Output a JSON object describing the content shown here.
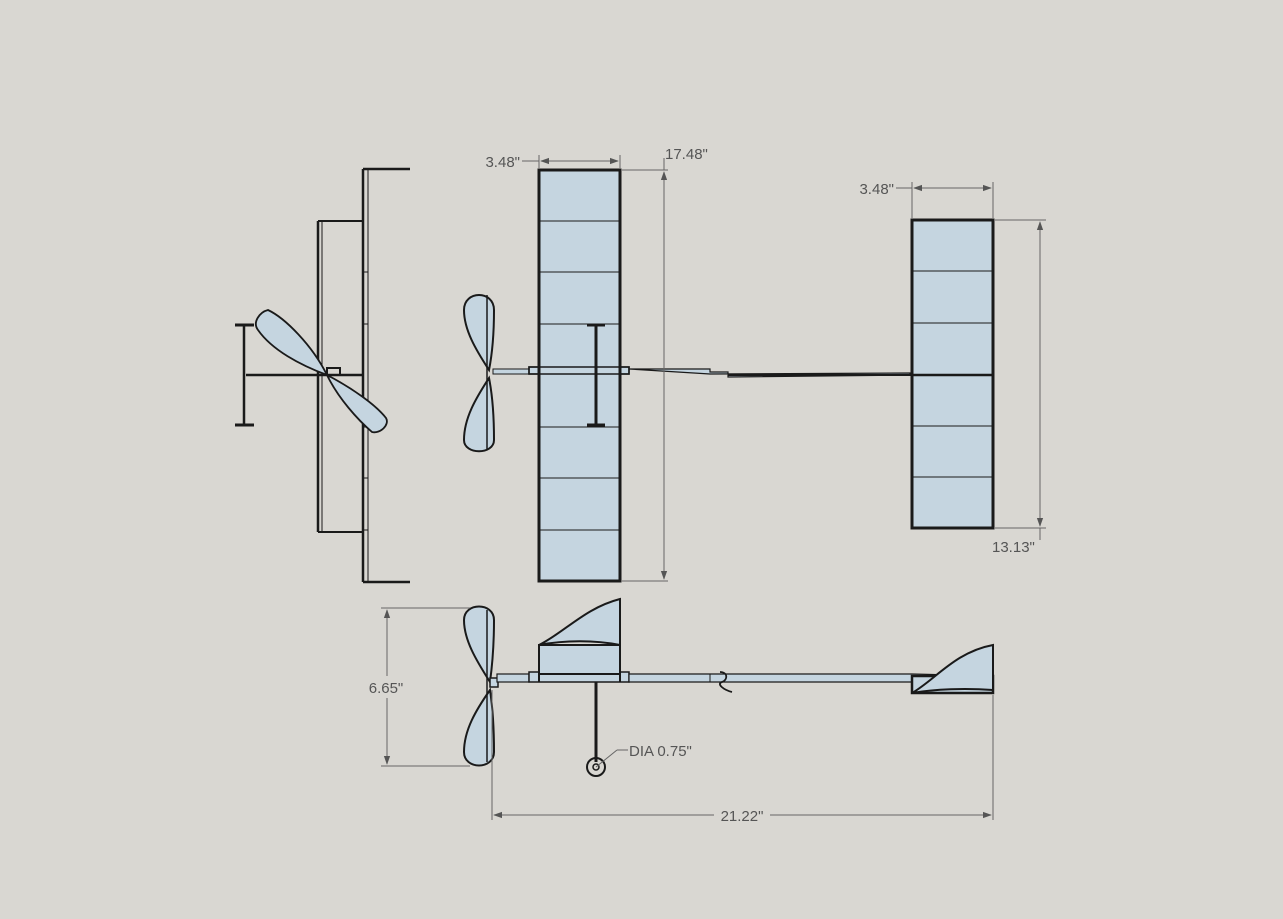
{
  "colors": {
    "background": "#d9d7d2",
    "covering": "#c5d5e0",
    "outline": "#1a1a1a",
    "dimension": "#666666"
  },
  "dimensions": {
    "wing_chord": "3.48\"",
    "wing_span": "17.48\"",
    "stab_chord": "3.48\"",
    "stab_span": "13.13\"",
    "prop_diameter": "6.65\"",
    "wheel": "DIA 0.75\"",
    "overall_length": "21.22\""
  }
}
